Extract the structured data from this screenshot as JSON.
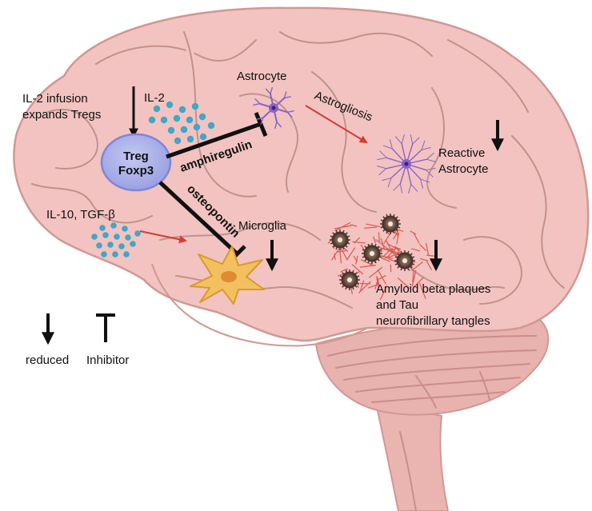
{
  "labels": {
    "il2_infusion_line1": "IL-2 infusion",
    "il2_infusion_line2": "expands Tregs",
    "il2": "IL-2",
    "treg_line1": "Treg",
    "treg_line2": "Foxp3",
    "astrocyte": "Astrocyte",
    "astrogliosis": "Astrogliosis",
    "amphiregulin": "amphiregulin",
    "reactive_line1": "Reactive",
    "reactive_line2": "Astrocyte",
    "il10": "IL-10, TGF-β",
    "osteopontin": "osteopontin",
    "microglia": "Microglia",
    "amyloid_line1": "Amyloid beta plaques",
    "amyloid_line2": "and Tau",
    "amyloid_line3": "neurofibrillary tangles",
    "legend_reduced": "reduced",
    "legend_inhibitor": "Inhibitor"
  },
  "colors": {
    "brain": "#f2c3c0",
    "brain_outline": "#d29893",
    "cerebellum": "#e7b0ad",
    "treg_fill": "#a9afe6",
    "treg_stroke": "#7e87d6",
    "cytokine_dot": "#3fa7c7",
    "astrocyte": "#8a62c7",
    "microglia": "#f2c060",
    "plaque_dark": "#4a3630",
    "tangle": "#e0564f",
    "red_arrow": "#d63b34",
    "black": "#111111"
  }
}
